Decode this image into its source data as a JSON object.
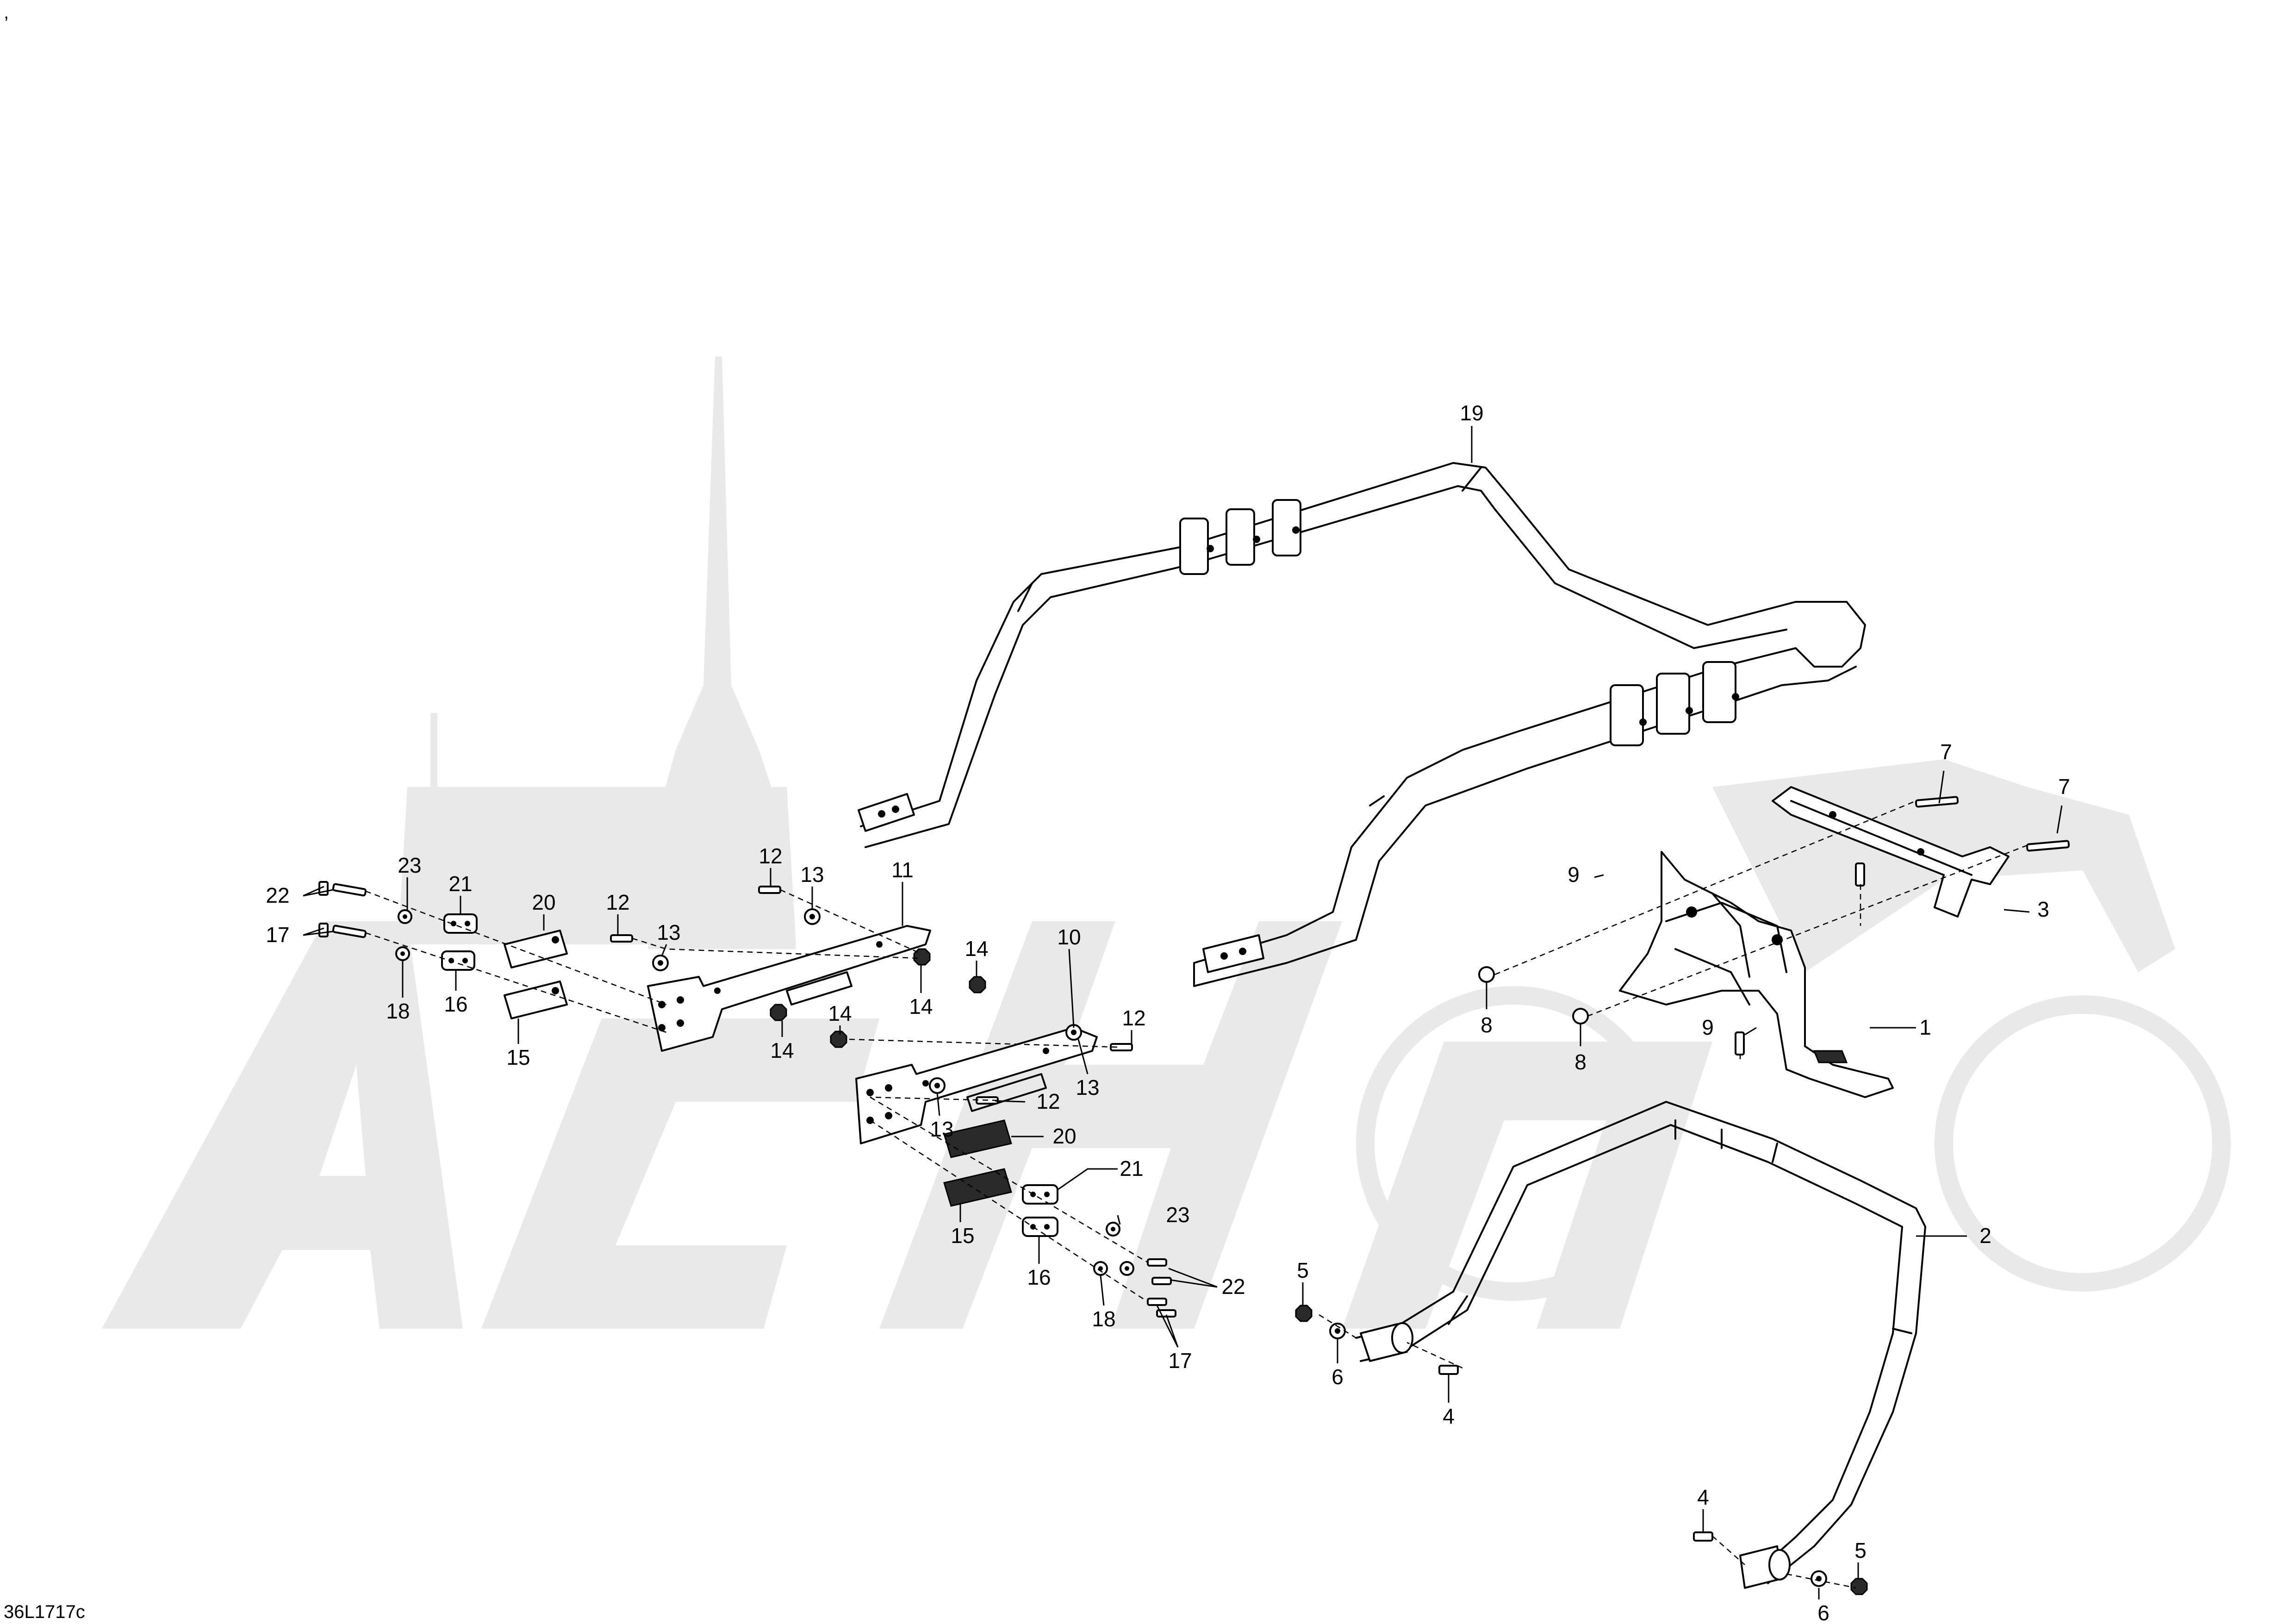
{
  "top_mark": ",",
  "drawing_code": "36L1717c",
  "watermark": {
    "color": "#e9e9e9"
  },
  "callouts": {
    "c1": "1",
    "c2": "2",
    "c3": "3",
    "c4a": "4",
    "c4b": "4",
    "c5a": "5",
    "c5b": "5",
    "c6a": "6",
    "c6b": "6",
    "c7a": "7",
    "c7b": "7",
    "c8a": "8",
    "c8b": "8",
    "c9a": "9",
    "c9b": "9",
    "c10": "10",
    "c11": "11",
    "c12a": "12",
    "c12b": "12",
    "c12c": "12",
    "c12d": "12",
    "c13a": "13",
    "c13b": "13",
    "c13c": "13",
    "c13d": "13",
    "c14a": "14",
    "c14b": "14",
    "c14c": "14",
    "c14d": "14",
    "c15a": "15",
    "c15b": "15",
    "c16a": "16",
    "c16b": "16",
    "c17a": "17",
    "c17b": "17",
    "c18a": "18",
    "c18b": "18",
    "c19": "19",
    "c20a": "20",
    "c20b": "20",
    "c21a": "21",
    "c21b": "21",
    "c22a": "22",
    "c22b": "22",
    "c23a": "23",
    "c23b": "23"
  }
}
